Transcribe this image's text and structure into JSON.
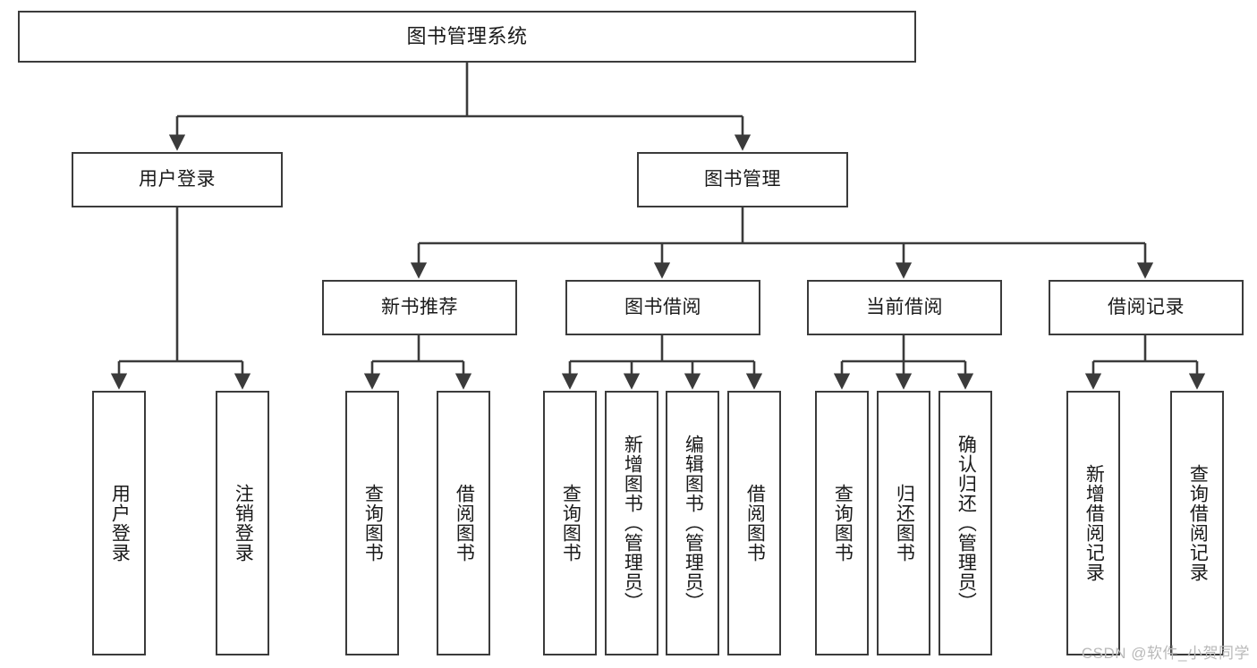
{
  "diagram": {
    "title": "图书管理系统",
    "type": "tree-hierarchy",
    "stroke_color": "#3b3b3b",
    "background_color": "#ffffff",
    "text_color": "#1a1a1a"
  },
  "nodes": {
    "root": {
      "label": "图书管理系统"
    },
    "level2": [
      {
        "id": "user-login",
        "label": "用户登录"
      },
      {
        "id": "book-manage",
        "label": "图书管理"
      }
    ],
    "level3": [
      {
        "id": "new-book-recommend",
        "label": "新书推荐"
      },
      {
        "id": "book-borrow",
        "label": "图书借阅"
      },
      {
        "id": "current-borrow",
        "label": "当前借阅"
      },
      {
        "id": "borrow-record",
        "label": "借阅记录"
      }
    ],
    "leaves": [
      {
        "id": "leaf-user-login",
        "label": "用户登录",
        "parent": "user-login"
      },
      {
        "id": "leaf-logout-login",
        "label": "注销登录",
        "parent": "user-login"
      },
      {
        "id": "leaf-query-book-1",
        "label": "查询图书",
        "parent": "new-book-recommend"
      },
      {
        "id": "leaf-borrow-book-1",
        "label": "借阅图书",
        "parent": "new-book-recommend"
      },
      {
        "id": "leaf-query-book-2",
        "label": "查询图书",
        "parent": "book-borrow"
      },
      {
        "id": "leaf-add-book",
        "label": "新增图书（管理员）",
        "parent": "book-borrow"
      },
      {
        "id": "leaf-edit-book",
        "label": "编辑图书（管理员）",
        "parent": "book-borrow"
      },
      {
        "id": "leaf-borrow-book-2",
        "label": "借阅图书",
        "parent": "book-borrow"
      },
      {
        "id": "leaf-query-book-3",
        "label": "查询图书",
        "parent": "current-borrow"
      },
      {
        "id": "leaf-return-book",
        "label": "归还图书",
        "parent": "current-borrow"
      },
      {
        "id": "leaf-confirm-return",
        "label": "确认归还（管理员）",
        "parent": "current-borrow"
      },
      {
        "id": "leaf-add-record",
        "label": "新增借阅记录",
        "parent": "borrow-record"
      },
      {
        "id": "leaf-query-record",
        "label": "查询借阅记录",
        "parent": "borrow-record"
      }
    ]
  },
  "watermark": {
    "text": "CSDN @软件_小贺同学"
  }
}
